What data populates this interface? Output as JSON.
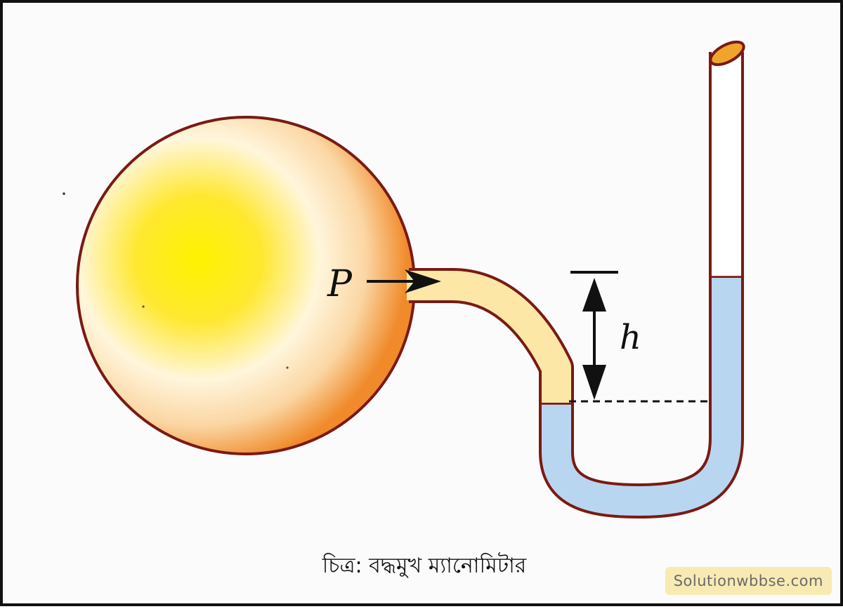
{
  "labels": {
    "pressure": "P",
    "height": "h"
  },
  "caption": "চিত্র: বদ্ধমুখ ম্যানোমিটার",
  "watermark": "Solutionwbbse.com",
  "colors": {
    "outline": "#7a1a14",
    "bulb_center": "#ffe800",
    "bulb_edge": "#f08a2a",
    "gas_tube": "#fde7a6",
    "liquid": "#b9d6f0",
    "ink": "#111111"
  }
}
